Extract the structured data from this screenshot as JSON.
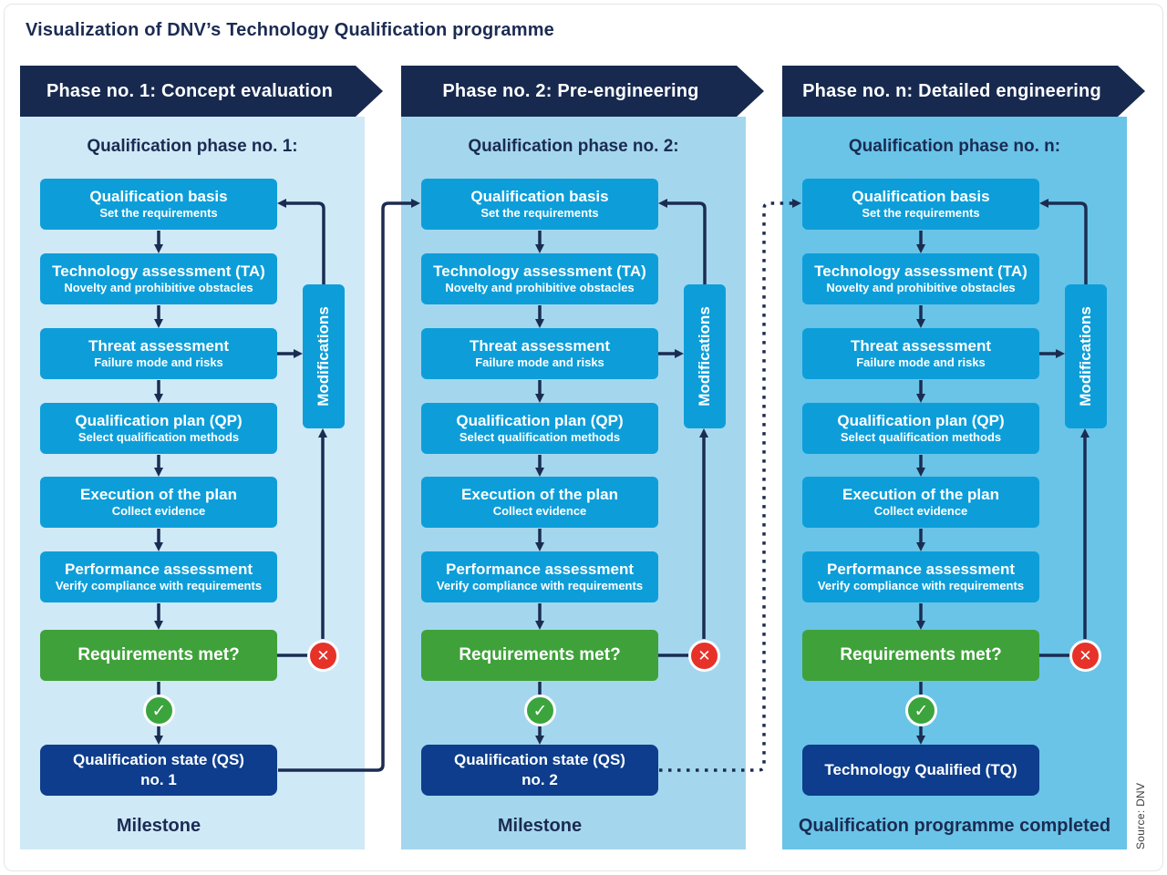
{
  "page": {
    "title": "Visualization of DNV’s Technology Qualification programme",
    "source_note": "Source: DNV"
  },
  "icons": {
    "fail_glyph": "✕",
    "pass_glyph": "✓"
  },
  "colors": {
    "header_navy": "#17294f",
    "panel_blue_1": "#cfe9f7",
    "panel_blue_2": "#a4d7ee",
    "panel_blue_3": "#69c4e8",
    "step_cyan": "#0d9ed9",
    "decision_green": "#3fa13a",
    "state_navy": "#0d3d8c",
    "fail_red": "#e63229",
    "pass_green": "#3ba43c",
    "line_navy": "#1b2c52",
    "text_navy": "#1b2b52",
    "source_gray": "#3d3d3d",
    "frame_gray": "#e6e6e6"
  },
  "phases": [
    {
      "header": "Phase no. 1: Concept evaluation",
      "subtitle": "Qualification phase no. 1:",
      "steps": [
        {
          "title": "Qualification basis",
          "subtitle": "Set the requirements"
        },
        {
          "title": "Technology assessment (TA)",
          "subtitle": "Novelty and prohibitive obstacles"
        },
        {
          "title": "Threat assessment",
          "subtitle": "Failure mode and risks"
        },
        {
          "title": "Qualification plan (QP)",
          "subtitle": "Select qualification methods"
        },
        {
          "title": "Execution of the plan",
          "subtitle": "Collect evidence"
        },
        {
          "title": "Performance assessment",
          "subtitle": "Verify compliance with requirements"
        }
      ],
      "decision": "Requirements met?",
      "modifications_label": "Modifications",
      "state": {
        "line1": "Qualification state (QS)",
        "line2": "no. 1"
      },
      "footer": "Milestone"
    },
    {
      "header": "Phase no. 2: Pre-engineering",
      "subtitle": "Qualification phase no. 2:",
      "steps": [
        {
          "title": "Qualification basis",
          "subtitle": "Set the requirements"
        },
        {
          "title": "Technology assessment (TA)",
          "subtitle": "Novelty and prohibitive obstacles"
        },
        {
          "title": "Threat assessment",
          "subtitle": "Failure mode and risks"
        },
        {
          "title": "Qualification plan (QP)",
          "subtitle": "Select qualification methods"
        },
        {
          "title": "Execution of the plan",
          "subtitle": "Collect evidence"
        },
        {
          "title": "Performance assessment",
          "subtitle": "Verify compliance with requirements"
        }
      ],
      "decision": "Requirements met?",
      "modifications_label": "Modifications",
      "state": {
        "line1": "Qualification state (QS)",
        "line2": "no. 2"
      },
      "footer": "Milestone"
    },
    {
      "header": "Phase no. n: Detailed engineering",
      "subtitle": "Qualification phase no. n:",
      "steps": [
        {
          "title": "Qualification basis",
          "subtitle": "Set the requirements"
        },
        {
          "title": "Technology assessment (TA)",
          "subtitle": "Novelty and prohibitive obstacles"
        },
        {
          "title": "Threat assessment",
          "subtitle": "Failure mode and risks"
        },
        {
          "title": "Qualification plan (QP)",
          "subtitle": "Select qualification methods"
        },
        {
          "title": "Execution of the plan",
          "subtitle": "Collect evidence"
        },
        {
          "title": "Performance assessment",
          "subtitle": "Verify compliance with requirements"
        }
      ],
      "decision": "Requirements met?",
      "modifications_label": "Modifications",
      "state": {
        "line1": "Technology Qualified (TQ)",
        "line2": ""
      },
      "footer": "Qualification programme completed"
    }
  ]
}
